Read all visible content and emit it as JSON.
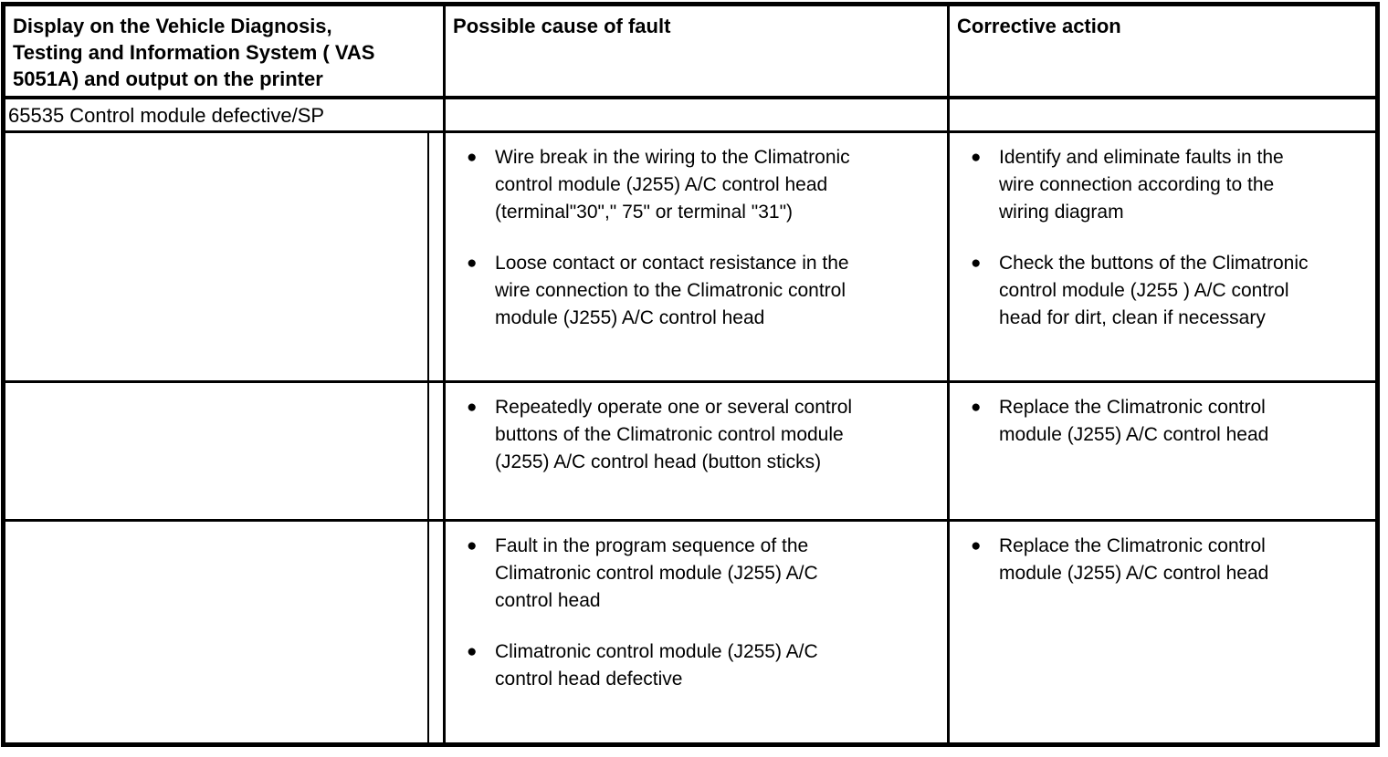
{
  "ui": {
    "bullet_glyph": "●",
    "colors": {
      "text": "#000000",
      "border": "#000000",
      "background": "#ffffff"
    }
  },
  "table": {
    "headers": [
      "Display on the Vehicle Diagnosis,\nTesting and Information System ( VAS\n5051A) and output on the printer",
      "Possible cause of fault",
      "Corrective action"
    ],
    "fault_code_row": "65535 Control module defective/SP",
    "rows": [
      {
        "causes": [
          "Wire break in the wiring to the Climatronic\ncontrol module (J255) A/C control head\n(terminal\"30\",\" 75\" or terminal \"31\")",
          "Loose contact or contact resistance in the\nwire connection to the Climatronic control\nmodule (J255) A/C control head"
        ],
        "actions": [
          "Identify and eliminate faults in the\nwire connection according to the\nwiring diagram",
          "Check the buttons of the Climatronic\ncontrol module (J255 ) A/C control\nhead for dirt, clean if necessary"
        ]
      },
      {
        "causes": [
          "Repeatedly operate one or several control\nbuttons of the Climatronic control module\n(J255) A/C control head (button sticks)"
        ],
        "actions": [
          "Replace the Climatronic control\nmodule (J255) A/C control head"
        ]
      },
      {
        "causes": [
          "Fault in the program sequence of the\nClimatronic control module (J255) A/C\ncontrol head",
          "Climatronic control module (J255) A/C\ncontrol head defective"
        ],
        "actions": [
          "Replace the Climatronic control\nmodule (J255) A/C control head"
        ]
      }
    ]
  }
}
